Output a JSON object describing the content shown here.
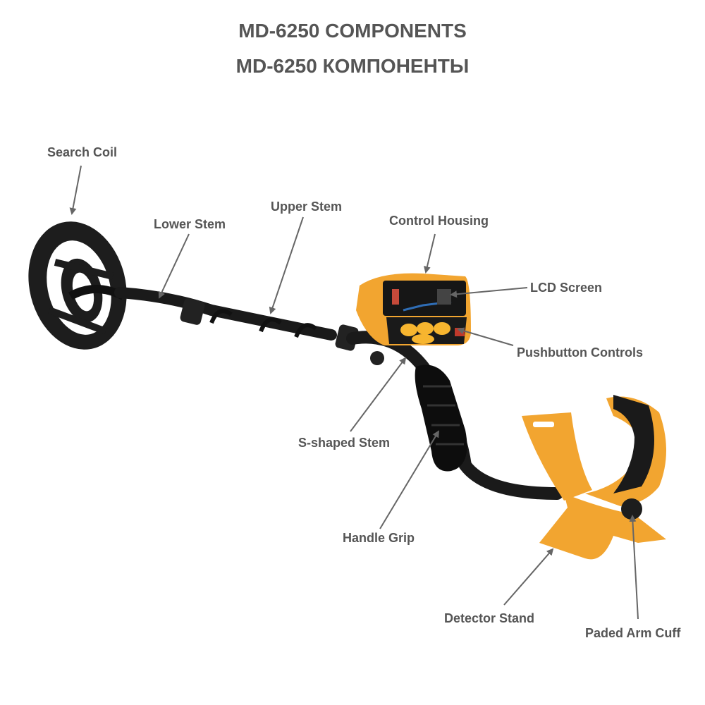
{
  "title": {
    "line1": "MD-6250 COMPONENTS",
    "line2": "MD-6250 КОМПОНЕНТЫ"
  },
  "labels": {
    "search_coil": "Search Coil",
    "lower_stem": "Lower Stem",
    "upper_stem": "Upper Stem",
    "control_housing": "Control Housing",
    "lcd_screen": "LCD Screen",
    "pushbutton_controls": "Pushbutton Controls",
    "s_shaped_stem": "S-shaped Stem",
    "handle_grip": "Handle Grip",
    "detector_stand": "Detector Stand",
    "arm_cuff": "Paded Arm Cuff"
  },
  "colors": {
    "text": "#555555",
    "body_orange": "#f2a530",
    "stem_black": "#1a1a1a",
    "leader_line": "#666666"
  }
}
